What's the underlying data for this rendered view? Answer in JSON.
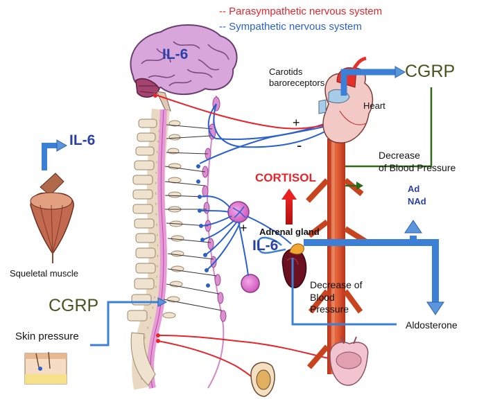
{
  "legend": {
    "parasympathetic": "-- Parasympathetic nervous system",
    "sympathetic": "-- Sympathetic nervous system"
  },
  "labels": {
    "il6_brain": "IL-6",
    "il6_muscle": "IL-6",
    "il6_adrenal": "IL-6",
    "cgrp_top": "CGRP",
    "cgrp_left": "CGRP",
    "carotids_line1": "Carotids",
    "carotids_line2": "baroreceptors",
    "heart": "Heart",
    "decrease_bp_top_line1": "Decrease",
    "decrease_bp_top_line2": "of Blood Pressure",
    "ad": "Ad",
    "nad": "NAd",
    "cortisol": "CORTISOL",
    "adrenal_gland": "Adrenal gland",
    "decrease_bp_bottom_line1": "Decrease of",
    "decrease_bp_bottom_line2": "Blood",
    "decrease_bp_bottom_line3": "Pressure",
    "aldosterone": "Aldosterone",
    "squeletal_muscle": "Squeletal muscle",
    "skin_pressure": "Skin pressure",
    "plus_heart": "+",
    "minus_heart": "-",
    "plus_adrenal": "+"
  },
  "colors": {
    "parasympathetic": "#e8242a",
    "sympathetic": "#2a5fd0",
    "cgrp": "#4a5320",
    "il6": "#2b3fa8",
    "arrow_blue": "#3b7fd6",
    "green_line": "#2e6a16"
  }
}
